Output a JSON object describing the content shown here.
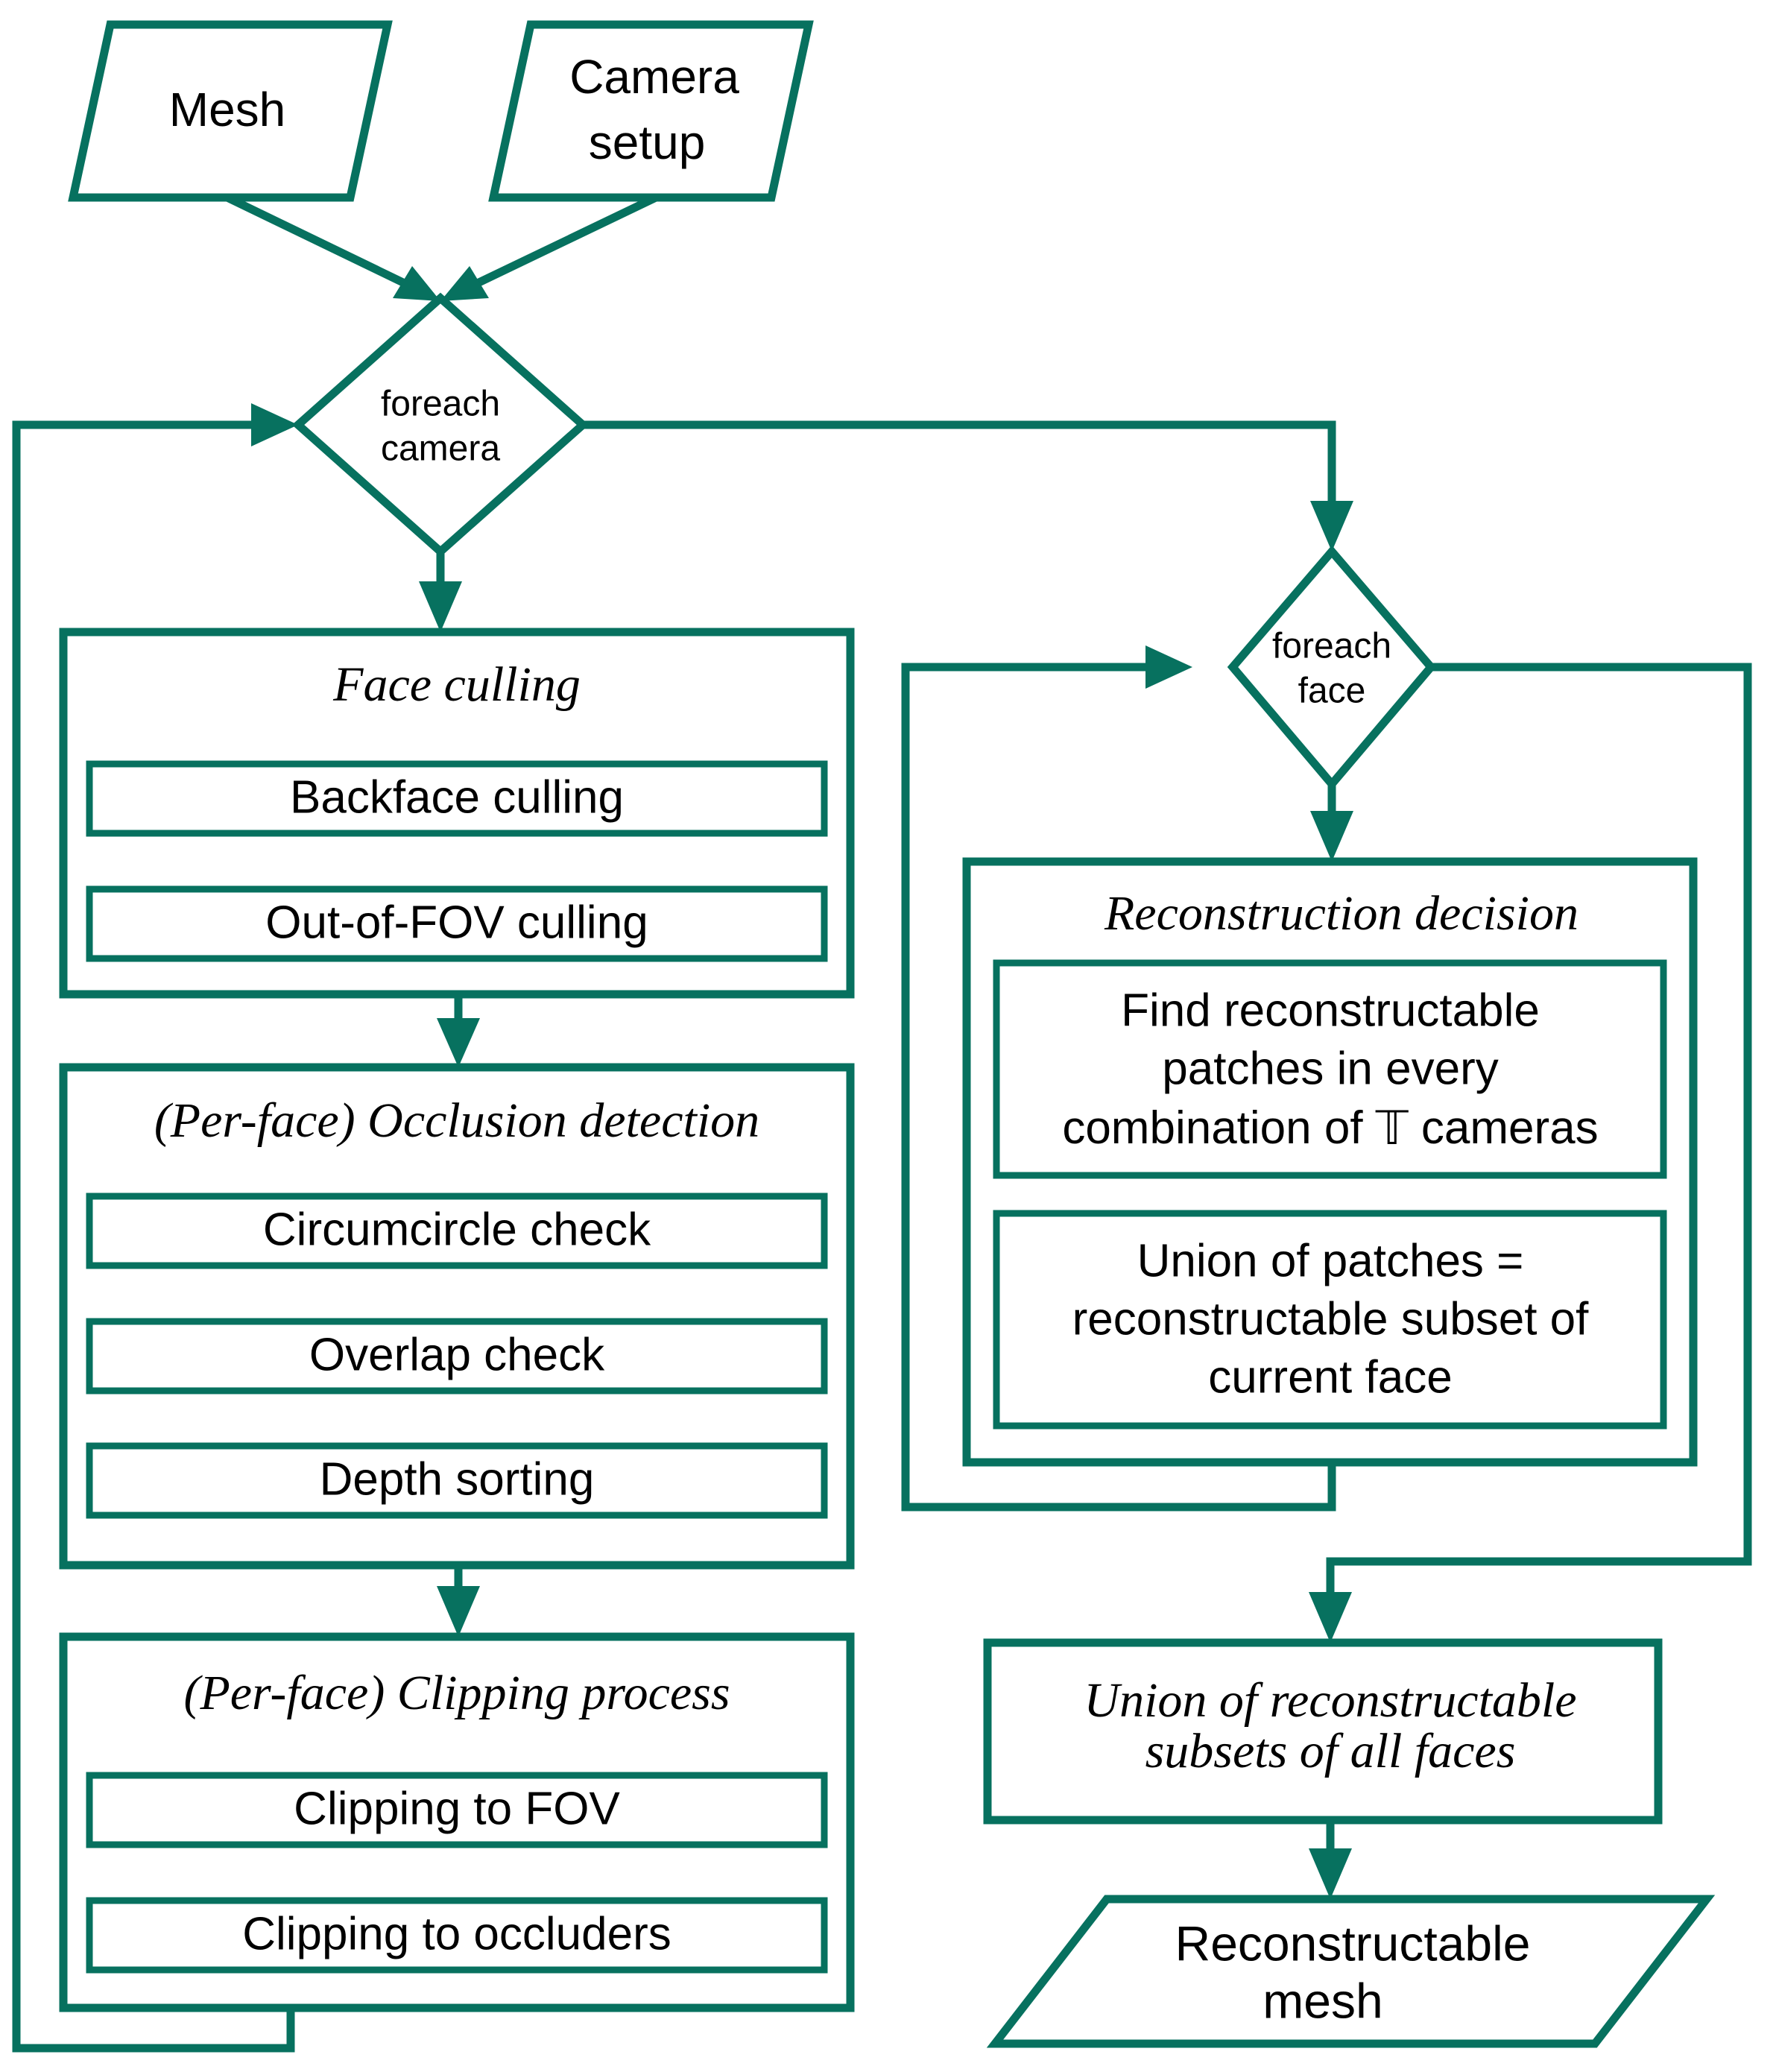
{
  "diagram": {
    "title": "Reconstructable mesh pipeline flowchart",
    "accent_color": "#07715f",
    "text_color": "#000000",
    "background_color": "#ffffff"
  },
  "nodes": {
    "input_mesh": {
      "label": "Mesh",
      "shape": "parallelogram"
    },
    "input_camera_setup": {
      "line1": "Camera",
      "line2": "setup",
      "shape": "parallelogram"
    },
    "loop_camera": {
      "line1": "foreach",
      "line2": "camera",
      "shape": "diamond"
    },
    "loop_face": {
      "line1": "foreach",
      "line2": "face",
      "shape": "diamond"
    },
    "face_culling": {
      "title": "Face culling",
      "steps": [
        {
          "label": "Backface culling"
        },
        {
          "label": "Out-of-FOV culling"
        }
      ]
    },
    "occlusion_detection": {
      "title": "(Per-face) Occlusion detection",
      "steps": [
        {
          "label": "Circumcircle check"
        },
        {
          "label": "Overlap check"
        },
        {
          "label": "Depth sorting"
        }
      ]
    },
    "clipping_process": {
      "title": "(Per-face) Clipping process",
      "steps": [
        {
          "label": "Clipping to FOV"
        },
        {
          "label": "Clipping to occluders"
        }
      ]
    },
    "reconstruction_decision": {
      "title": "Reconstruction decision",
      "steps": [
        {
          "lines": [
            "Find reconstructable",
            "patches in every",
            "combination of ᵔ cameras"
          ],
          "line3_pre": "combination of ",
          "line3_symbol": "𝕋",
          "line3_post": " cameras"
        },
        {
          "lines": [
            "Union of patches =",
            "reconstructable subset of",
            "current face"
          ]
        }
      ]
    },
    "union_all_faces": {
      "line1": "Union of reconstructable",
      "line2": "subsets of all faces",
      "shape": "rectangle"
    },
    "output_mesh": {
      "line1": "Reconstructable",
      "line2": "mesh",
      "shape": "parallelogram"
    }
  },
  "edges": [
    {
      "name": "mesh-to-loop-camera",
      "from": "input_mesh",
      "to": "loop_camera",
      "arrow": true
    },
    {
      "name": "camera-setup-to-loop-camera",
      "from": "input_camera_setup",
      "to": "loop_camera",
      "arrow": true
    },
    {
      "name": "loop-camera-to-face-culling",
      "from": "loop_camera",
      "to": "face_culling",
      "arrow": true
    },
    {
      "name": "face-culling-to-occlusion",
      "from": "face_culling",
      "to": "occlusion_detection",
      "arrow": true
    },
    {
      "name": "occlusion-to-clipping",
      "from": "occlusion_detection",
      "to": "clipping_process",
      "arrow": true
    },
    {
      "name": "clipping-back-to-loop-camera",
      "from": "clipping_process",
      "to": "loop_camera",
      "arrow": true
    },
    {
      "name": "loop-camera-to-loop-face",
      "from": "loop_camera",
      "to": "loop_face",
      "arrow": true
    },
    {
      "name": "loop-face-to-reconstruction",
      "from": "loop_face",
      "to": "reconstruction_decision",
      "arrow": true
    },
    {
      "name": "reconstruction-back-to-loop-face",
      "from": "reconstruction_decision",
      "to": "loop_face",
      "arrow": true
    },
    {
      "name": "loop-face-to-union-all",
      "from": "loop_face",
      "to": "union_all_faces",
      "arrow": true
    },
    {
      "name": "union-all-to-output",
      "from": "union_all_faces",
      "to": "output_mesh",
      "arrow": true
    }
  ]
}
